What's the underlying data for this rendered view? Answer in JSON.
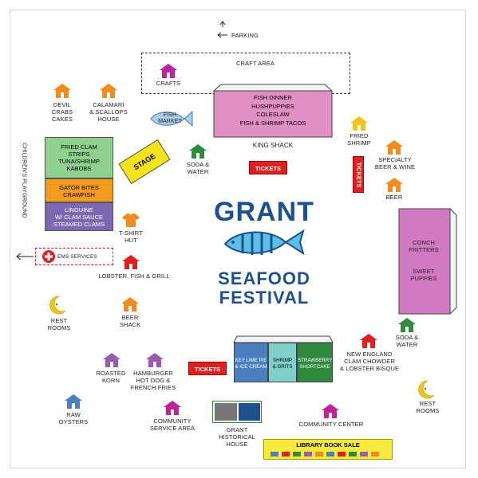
{
  "map": {
    "parking": "PARKING",
    "craft_area": "CRAFT AREA",
    "crafts": "CRAFTS",
    "fish_market": "FISH\nMARKET",
    "stage": "STAGE",
    "childrens_playground": "CHILDREN'S PLAYGROUND",
    "ems_services": "EMS SERVICES",
    "king_shack": {
      "menu": "FISH DINNER\nHUSHPUPPIES\nCOLESLAW\nFISH & SHRIMP TACOS",
      "name": "KING SHACK"
    },
    "tickets_top": "TICKETS",
    "tickets_right": "TICKETS",
    "tickets_bottom": "TICKETS",
    "left_stack": [
      {
        "label": "FRIED CLAM\nSTRIPS\nTUNA/SHRIMP\nKABOBS",
        "color": "#8fd08f"
      },
      {
        "label": "GATOR BITES\nCRAWFISH",
        "color": "#f29b1f"
      },
      {
        "label": "LINGUINE\nW/ CLAM SAUCE\nSTEAMED CLAMS",
        "color": "#7b68b0"
      }
    ],
    "vendors": {
      "devil_crabs": "DEVIL\nCRABS\nCAKES",
      "calamari": "CALAMARI\n& SCALLOPS\nHOUSE",
      "soda_water_top": "SODA &\nWATER",
      "fried_shrimp": "FRIED\nSHRIMP",
      "specialty_beer": "SPECIALTY\nBEER & WINE",
      "beer": "BEER",
      "tshirt_hut": "T-SHIRT\nHUT",
      "lobster_fish": "LOBSTER, FISH & GRILL",
      "beer_shack": "BEER\nSHACK",
      "roasted_korn": "ROASTED\nKORN",
      "hamburger": "HAMBURGER\nHOT DOG &\nFRENCH FRIES",
      "raw_oysters": "RAW\nOYSTERS",
      "community_service": "COMMUNITY\nSERVICE AREA",
      "community_center": "COMMUNITY CENTER",
      "soda_water_right": "SODA &\nWATER",
      "new_england": "NEW ENGLAND\nCLAM CHOWDER\n& LOBSTER BISQUE",
      "grant_historical": "GRANT\nHISTORICAL\nHOUSE"
    },
    "rest_rooms_left": "REST\nROOMS",
    "rest_rooms_right": "REST\nROOMS",
    "conch": {
      "top": "CONCH\nFRITTERS",
      "bottom": "SWEET\nPUPPIES"
    },
    "dessert_row": [
      {
        "label": "KEY LIME PIE\n& ICE CREAM",
        "color": "#4a7fc0"
      },
      {
        "label": "SHRIMP\n& GRITS",
        "color": "#7fd0c8"
      },
      {
        "label": "STRAWBERRY\nSHORTCAKE",
        "color": "#2e8b3e"
      }
    ],
    "library_book_sale": "LIBRARY BOOK SALE",
    "logo": {
      "line1": "GRANT",
      "line2": "SEAFOOD",
      "line3": "FESTIVAL"
    }
  }
}
